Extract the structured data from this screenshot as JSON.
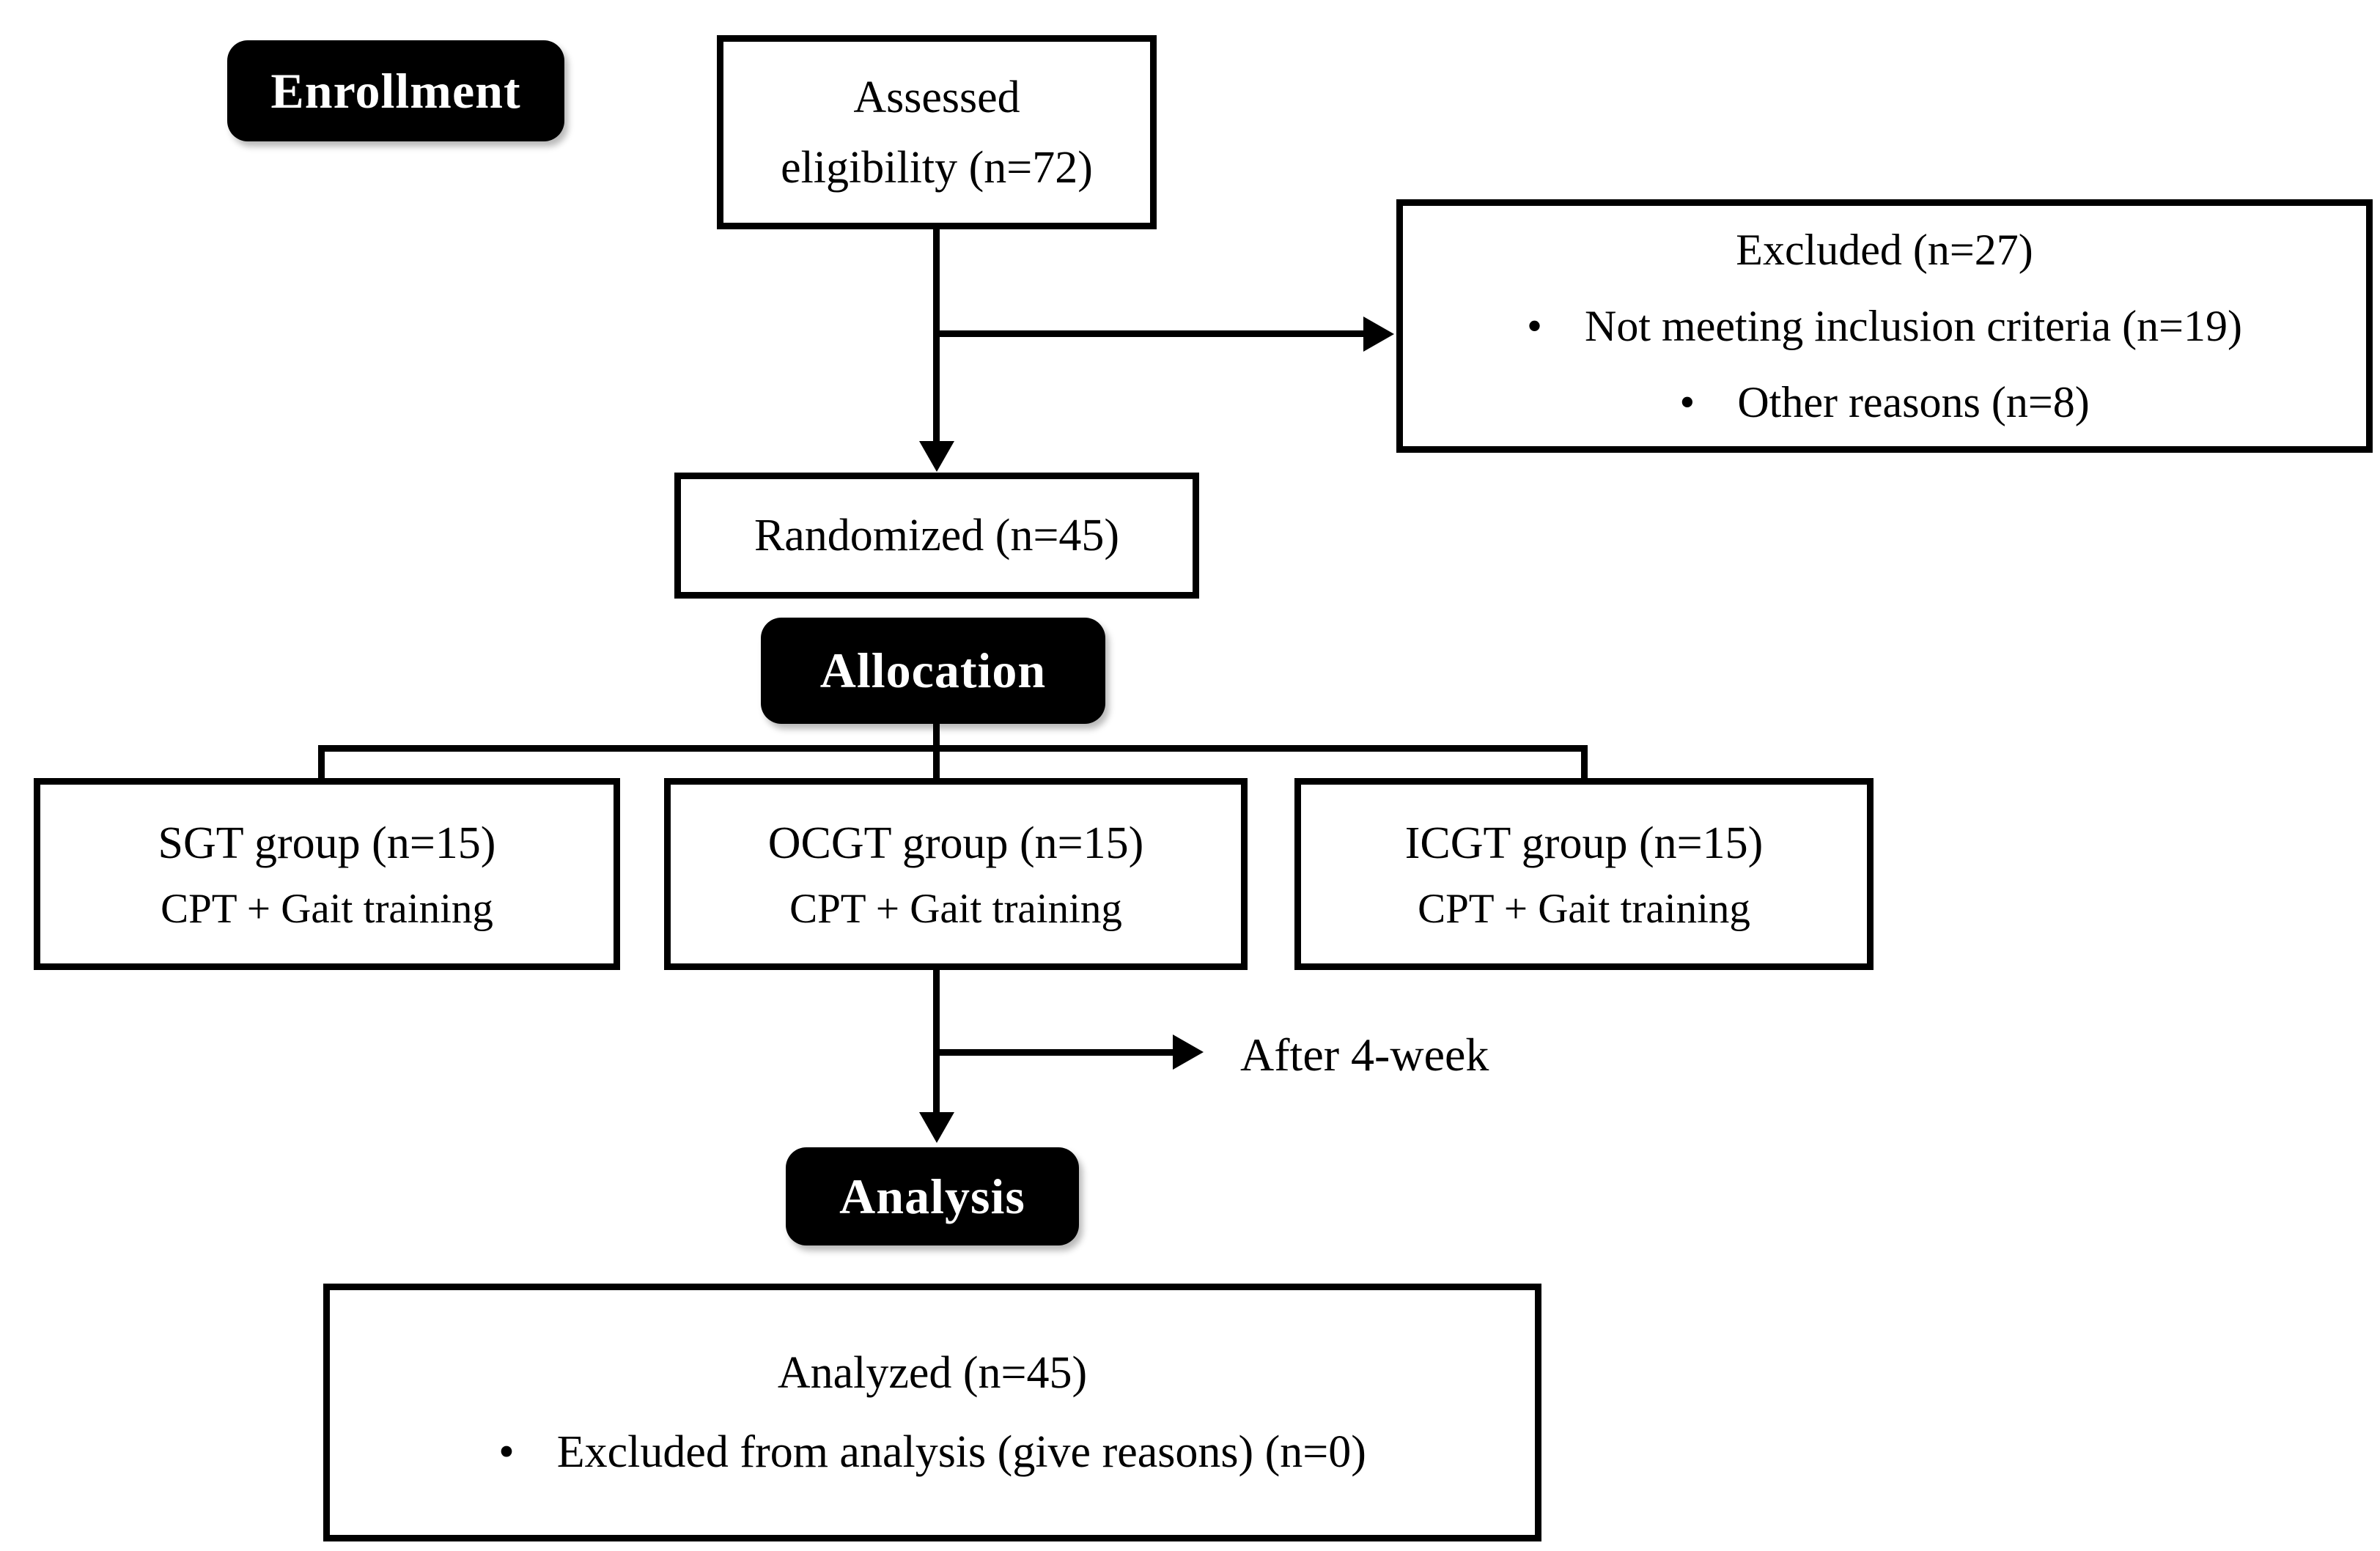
{
  "diagram": {
    "badges": {
      "enrollment": "Enrollment",
      "allocation": "Allocation",
      "analysis": "Analysis"
    },
    "assessed": {
      "line1": "Assessed",
      "line2": "eligibility (n=72)"
    },
    "excluded": {
      "title": "Excluded (n=27)",
      "bullet_char": "•",
      "bullets": [
        "Not meeting inclusion criteria (n=19)",
        "Other reasons (n=8)"
      ]
    },
    "randomized": {
      "label": "Randomized (n=45)"
    },
    "groups": [
      {
        "line1": "SGT group (n=15)",
        "line2": "CPT + Gait training"
      },
      {
        "line1": "OCGT group (n=15)",
        "line2": "CPT + Gait training"
      },
      {
        "line1": "ICGT group (n=15)",
        "line2": "CPT + Gait training"
      }
    ],
    "after_label": "After 4-week",
    "analyzed": {
      "title": "Analyzed (n=45)",
      "bullet_char": "•",
      "bullets": [
        "Excluded from analysis (give reasons) (n=0)"
      ]
    },
    "colors": {
      "ink": "#000000",
      "badge_background": "#000000",
      "badge_text": "#ffffff",
      "background": "#ffffff"
    }
  }
}
